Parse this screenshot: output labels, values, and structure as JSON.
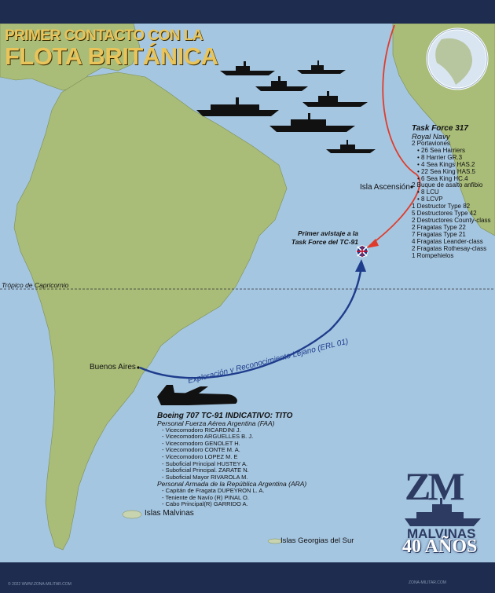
{
  "title": {
    "line1": "PRIMER CONTACTO CON LA",
    "line2": "FLOTA BRITÁNICA"
  },
  "colors": {
    "ocean": "#a5c6e1",
    "land": "#a9bc78",
    "frame": "#1d2c4f",
    "title": "#e8c45a",
    "route_red": "#e03b2a",
    "route_blue": "#1e3c8c",
    "logo": "#2d3b62"
  },
  "task_force": {
    "title": "Task Force 317",
    "subtitle": "Royal Navy",
    "items": [
      {
        "text": "2 Portaviones",
        "indent": false
      },
      {
        "text": "• 26 Sea Harriers",
        "indent": true
      },
      {
        "text": "• 8 Harrier GR.3",
        "indent": true
      },
      {
        "text": "• 4 Sea Kings HAS.2",
        "indent": true
      },
      {
        "text": "• 22 Sea King HAS.5",
        "indent": true
      },
      {
        "text": "• 6 Sea King HC.4",
        "indent": true
      },
      {
        "text": "2  Buque de asalto anfibio",
        "indent": false
      },
      {
        "text": "• 8 LCU",
        "indent": true
      },
      {
        "text": "• 8 LCVP",
        "indent": true
      },
      {
        "text": "1 Destructor Type 82",
        "indent": false
      },
      {
        "text": "5 Destructores Type 42",
        "indent": false
      },
      {
        "text": "2 Destructores County-class",
        "indent": false
      },
      {
        "text": "2 Fragatas Type 22",
        "indent": false
      },
      {
        "text": "7 Fragatas Type 21",
        "indent": false
      },
      {
        "text": "4 Fragatas Leander-class",
        "indent": false
      },
      {
        "text": "2 Fragatas Rothesay-class",
        "indent": false
      },
      {
        "text": "1 Rompehielos",
        "indent": false
      }
    ]
  },
  "places": {
    "ascension": "Isla Ascensión",
    "buenos_aires": "Buenos Aires",
    "malvinas": "Islas Malvinas",
    "georgias": "Islas Georgias del Sur",
    "tropic": "Trópico de Capricornio"
  },
  "first_sighting": {
    "line1": "Primer avistaje a la",
    "line2": "Task Force del TC-91"
  },
  "route_label": "Exploración y Reconocimiento Lejano (ERL 01)",
  "aircraft": {
    "title": "Boeing 707 TC-91 INDICATIVO: TITO",
    "crew": [
      {
        "text": "Personal Fuerza Aérea Argentina (FAA)",
        "header": true
      },
      {
        "text": "- Vicecomodoro RICARDINI J.",
        "header": false
      },
      {
        "text": "- Vicecomodoro ARGUELLES B. J.",
        "header": false
      },
      {
        "text": "- Vicecomodoro GENOLET H.",
        "header": false
      },
      {
        "text": "- Vicecomodoro CONTE M. A.",
        "header": false
      },
      {
        "text": "- Vicecomodoro LOPEZ M. E",
        "header": false
      },
      {
        "text": "- Suboficial Principal HUSTEY A.",
        "header": false
      },
      {
        "text": "- Suboficial Principal. ZARATE N.",
        "header": false
      },
      {
        "text": "- Suboficial Mayor RIVAROLA M.",
        "header": false
      },
      {
        "text": "Personal Armada de la República Argentina (ARA)",
        "header": true
      },
      {
        "text": "- Capitán de Fragata DUPEYRON L. A.",
        "header": false
      },
      {
        "text": "- Teniente de Navío (R) PINAL O.",
        "header": false
      },
      {
        "text": "- Cabo Principal(R) GARRIDO A.",
        "header": false
      }
    ]
  },
  "logo": {
    "mark": "ZM",
    "name": "MALVINAS",
    "years": "40 AÑOS"
  },
  "footer": {
    "left": "© 2022 WWW.ZONA-MILITAR.COM",
    "right": "ZONA-MILITAR.COM"
  }
}
